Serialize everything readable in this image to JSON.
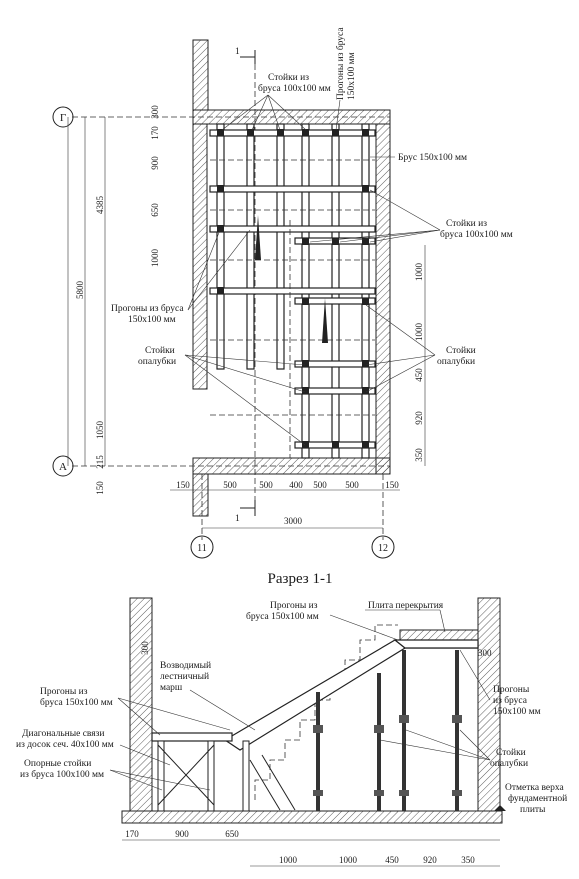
{
  "plan": {
    "axis_top": "Г",
    "axis_bottom": "А",
    "axis_left": "11",
    "axis_right": "12",
    "section_mark": "1",
    "dims_left": [
      "300",
      "170",
      "900",
      "650",
      "1000",
      "1050",
      "215",
      "150"
    ],
    "dims_left_outer": [
      "4385",
      "5800"
    ],
    "dims_bottom": [
      "150",
      "500",
      "500",
      "400",
      "500",
      "500",
      "150"
    ],
    "dim_total_bottom": "3000",
    "dims_right": [
      "1000",
      "1000",
      "450",
      "920",
      "350"
    ],
    "labels": {
      "posts_top": "Стойки из бруса 100х100 мм",
      "purlins_top": "Прогоны из бруса 150х100 мм",
      "beam_right": "Брус 150х100 мм",
      "posts_right": "Стойки из бруса 100х100 мм",
      "purlins_left": "Прогоны из бруса 150х100 мм",
      "formwork_left": "Стойки опалубки",
      "formwork_right": "Стойки опалубки"
    }
  },
  "section": {
    "title": "Разрез 1-1",
    "dim_300_left": "300",
    "dim_300_right": "300",
    "dims_bottom": [
      "170",
      "900",
      "650",
      "1000",
      "1000",
      "450",
      "920",
      "350"
    ],
    "labels": {
      "slab": "Плита перекрытия",
      "purlins_top": "Прогоны из бруса 150х100 мм",
      "stair": "Возводимый лестничный марш",
      "purlins_left": "Прогоны из бруса 150х100 мм",
      "bracing": "Диагональные связи из досок сеч. 40х100 мм",
      "support_posts": "Опорные стойки из бруса 100х100 мм",
      "purlins_right": "Прогоны из бруса 150х100 мм",
      "formwork_posts": "Стойки опалубки",
      "foundation_mark": "Отметка верха фундаментной плиты"
    }
  }
}
